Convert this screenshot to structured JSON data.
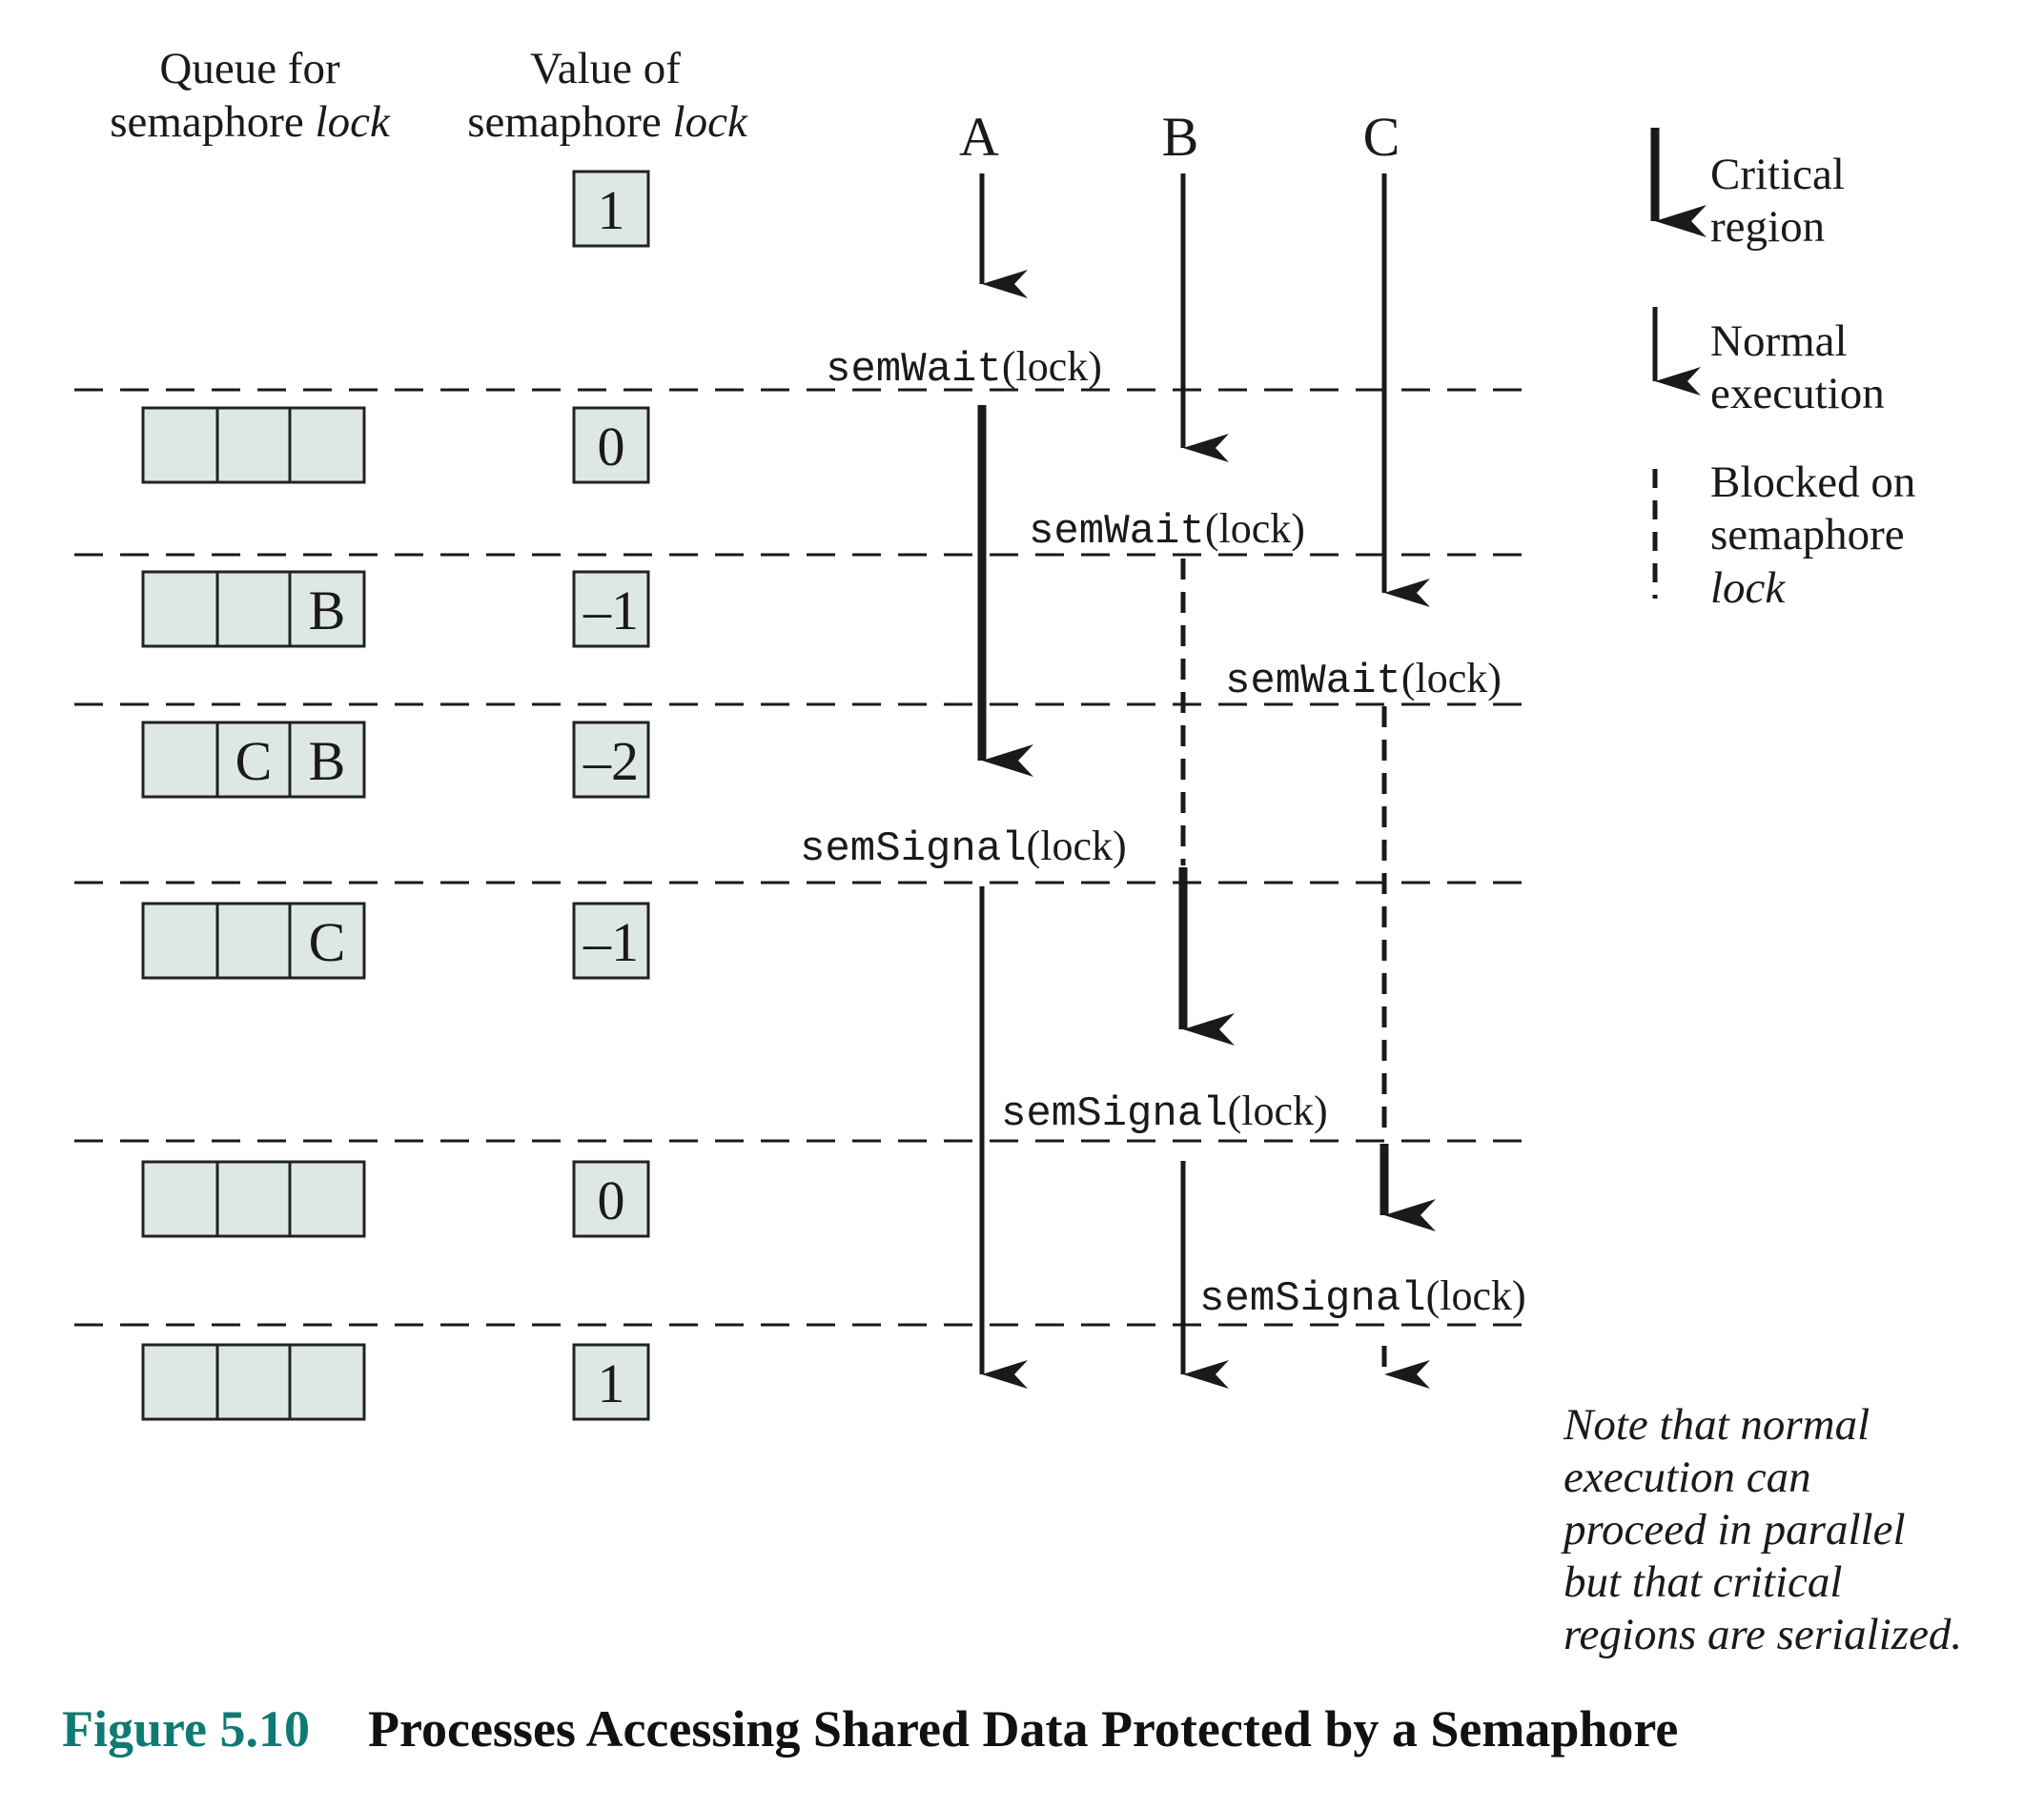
{
  "headers": {
    "queue_line1": "Queue for",
    "queue_line2_prefix": "semaphore ",
    "queue_line2_italic": "lock",
    "value_line1": "Value of",
    "value_line2_prefix": "semaphore ",
    "value_line2_italic": "lock"
  },
  "processes": [
    "A",
    "B",
    "C"
  ],
  "rows": [
    {
      "queue": [
        "",
        "",
        ""
      ],
      "value": "1"
    },
    {
      "queue": [
        "",
        "",
        ""
      ],
      "value": "0"
    },
    {
      "queue": [
        "",
        "",
        "B"
      ],
      "value": "–1"
    },
    {
      "queue": [
        "",
        "C",
        "B"
      ],
      "value": "–2"
    },
    {
      "queue": [
        "",
        "",
        "C"
      ],
      "value": "–1"
    },
    {
      "queue": [
        "",
        "",
        ""
      ],
      "value": "0"
    },
    {
      "queue": [
        "",
        "",
        ""
      ],
      "value": "1"
    }
  ],
  "operations": [
    {
      "op": "semWait",
      "arg": "(lock)",
      "process": "A"
    },
    {
      "op": "semWait",
      "arg": "(lock)",
      "process": "B"
    },
    {
      "op": "semWait",
      "arg": "(lock)",
      "process": "C"
    },
    {
      "op": "semSignal",
      "arg": "(lock)",
      "process": "A"
    },
    {
      "op": "semSignal",
      "arg": "(lock)",
      "process": "B"
    },
    {
      "op": "semSignal",
      "arg": "(lock)",
      "process": "C"
    }
  ],
  "legend": {
    "critical": [
      "Critical",
      "region"
    ],
    "normal": [
      "Normal",
      "execution"
    ],
    "blocked_line1": "Blocked on",
    "blocked_line2": "semaphore",
    "blocked_line3_italic": "lock"
  },
  "note": [
    "Note that normal",
    "execution can",
    "proceed in parallel",
    "but that critical",
    "regions are serialized."
  ],
  "caption": {
    "number": "Figure 5.10",
    "title": "Processes Accessing Shared Data Protected by a Semaphore",
    "number_color": "#0e7a73"
  }
}
